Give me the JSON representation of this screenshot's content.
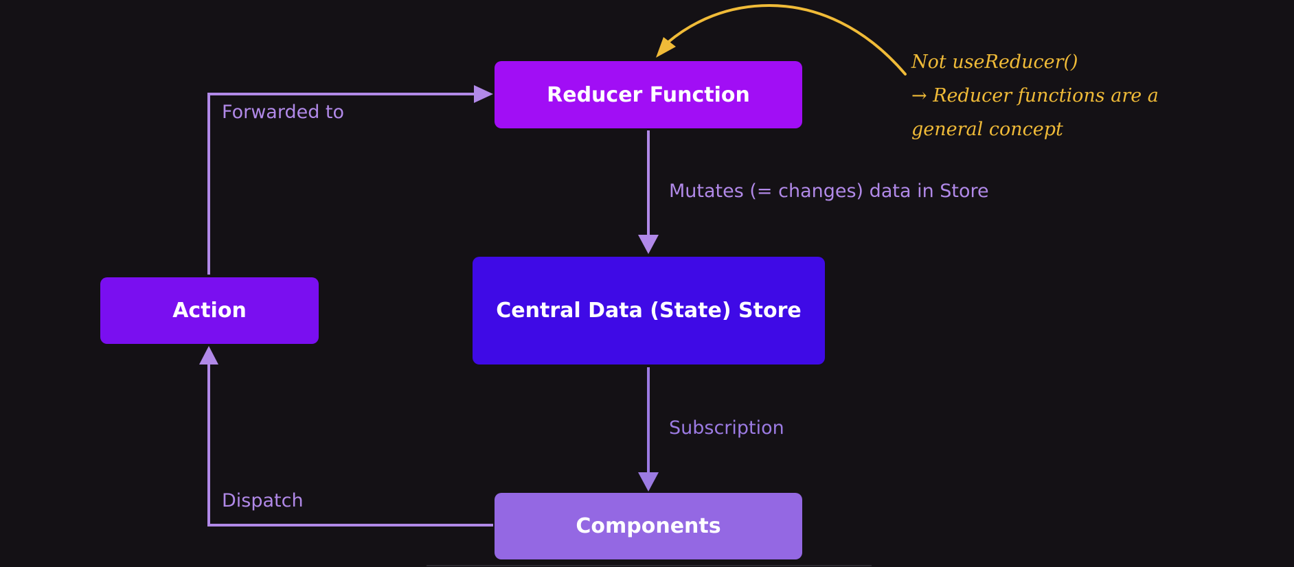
{
  "nodes": {
    "reducer": "Reducer Function",
    "action": "Action",
    "store": "Central Data (State) Store",
    "components": "Components"
  },
  "edges": {
    "forwarded": "Forwarded to",
    "mutates": "Mutates (= changes) data in Store",
    "subscription": "Subscription",
    "dispatch": "Dispatch"
  },
  "note": {
    "line1": "Not useReducer()",
    "line2": "→ Reducer functions are a",
    "line3": "general concept"
  },
  "colors": {
    "background": "#141115",
    "reducer": "#a10ef5",
    "action": "#7a0ff0",
    "store": "#3f0ae6",
    "components": "#9468e3",
    "edge": "#b189e8",
    "note": "#f0bb38"
  }
}
